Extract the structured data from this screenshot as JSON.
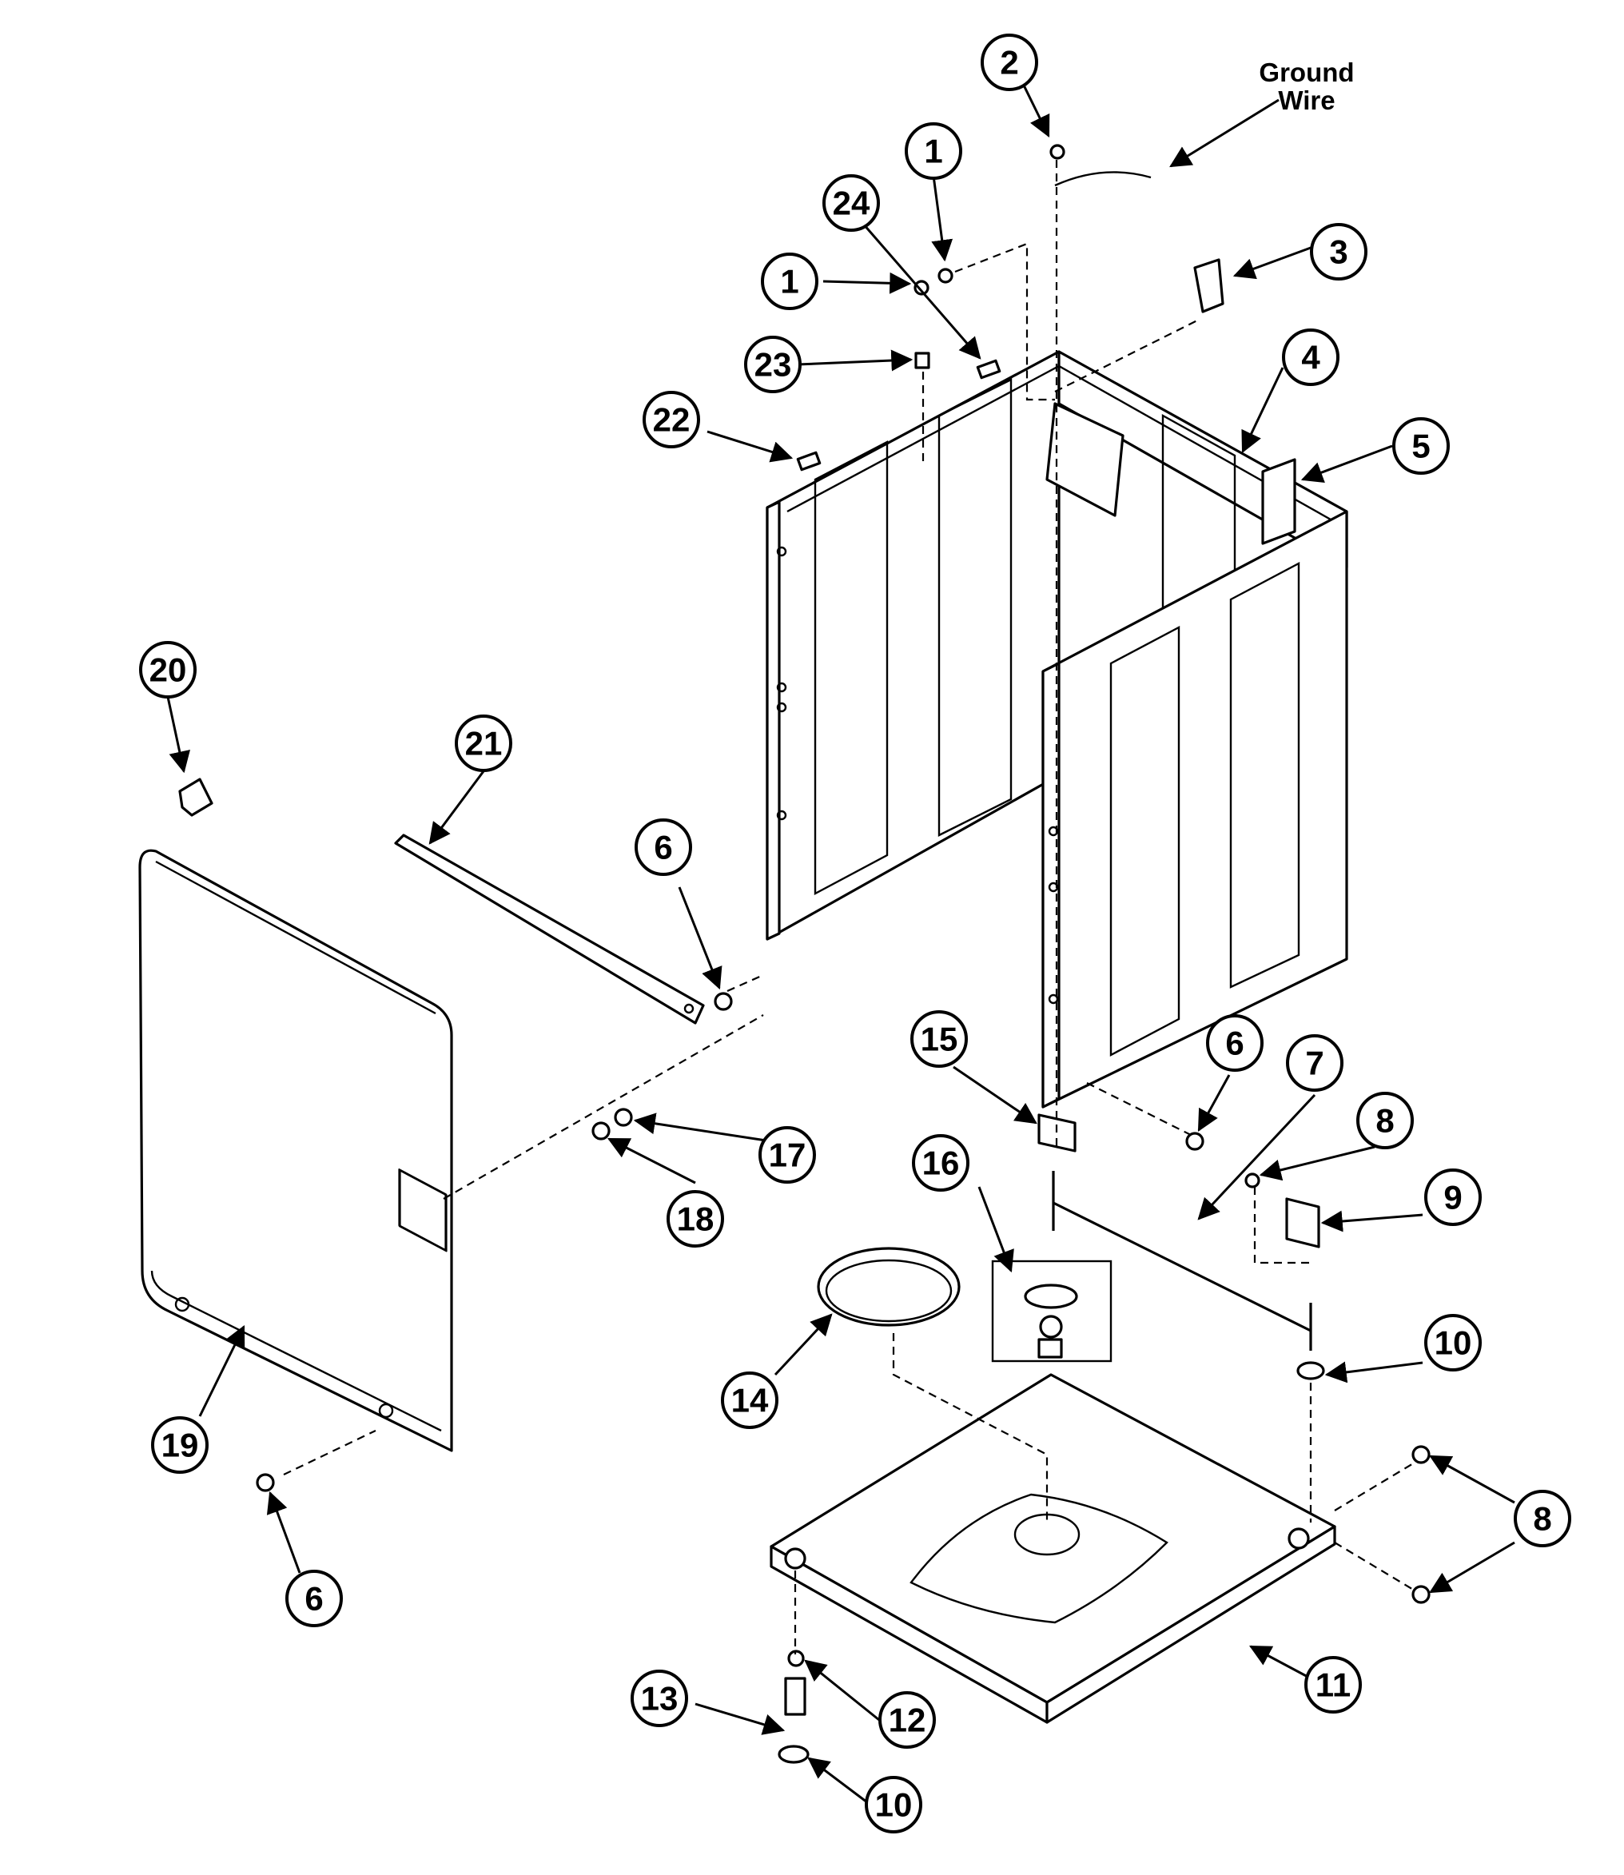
{
  "labels": {
    "ground_wire_line1": "Ground",
    "ground_wire_line2": "Wire"
  },
  "callouts": {
    "c1a": "1",
    "c1b": "1",
    "c2": "2",
    "c3": "3",
    "c4": "4",
    "c5": "5",
    "c6a": "6",
    "c6b": "6",
    "c6c": "6",
    "c7": "7",
    "c8a": "8",
    "c8b": "8",
    "c9": "9",
    "c10a": "10",
    "c10b": "10",
    "c11": "11",
    "c12": "12",
    "c13": "13",
    "c14": "14",
    "c15": "15",
    "c16": "16",
    "c17": "17",
    "c18": "18",
    "c19": "19",
    "c20": "20",
    "c21": "21",
    "c22": "22",
    "c23": "23",
    "c24": "24"
  },
  "colors": {
    "ink": "#000000",
    "paper": "#ffffff"
  }
}
